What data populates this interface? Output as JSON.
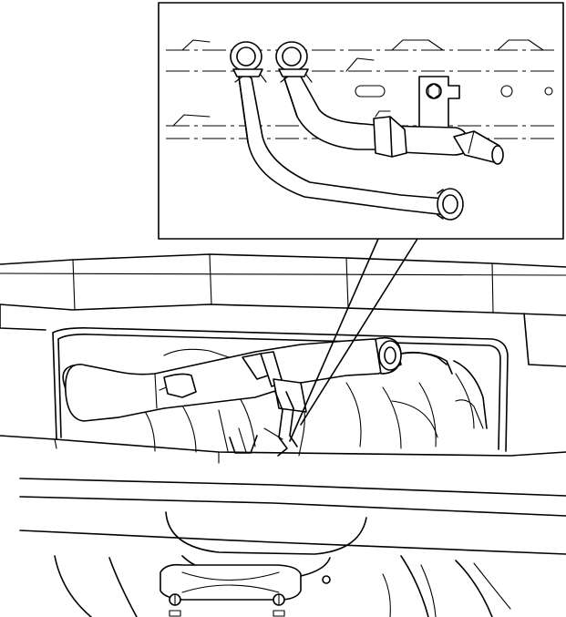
{
  "figure": {
    "type": "technical-line-illustration",
    "view": "heater-hose-routing-under-vehicle",
    "callout": "detail-inset",
    "colors": {
      "stroke": "#000000",
      "background": "#ffffff"
    }
  }
}
